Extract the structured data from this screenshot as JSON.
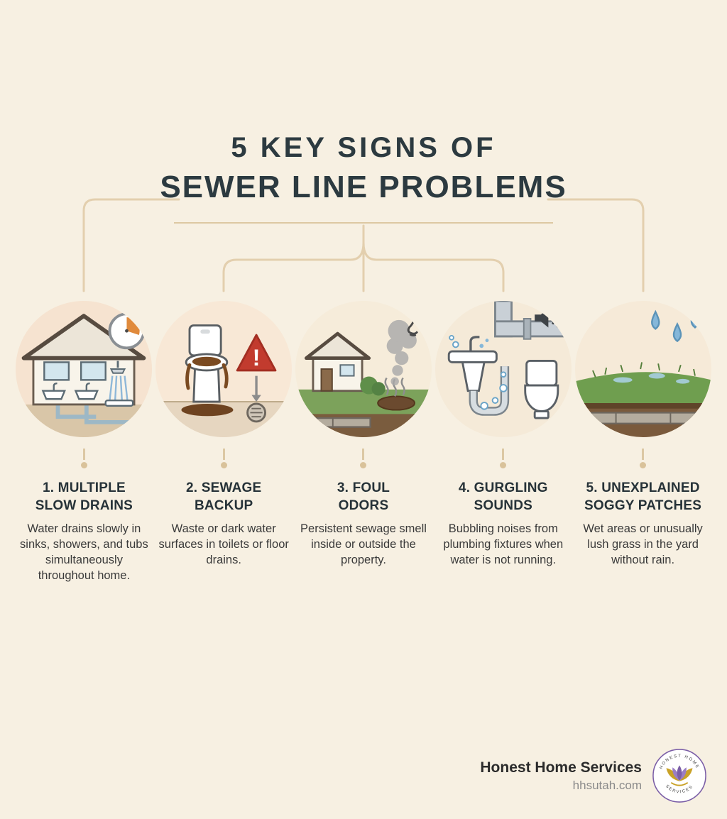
{
  "title": {
    "line1": "5 KEY SIGNS OF",
    "line2": "SEWER LINE PROBLEMS"
  },
  "signs": [
    {
      "heading_line1": "1. MULTIPLE",
      "heading_line2": "SLOW DRAINS",
      "description": "Water drains slowly in sinks, showers, and tubs simultaneously throughout home.",
      "icon": "house-multiple-drains-icon"
    },
    {
      "heading_line1": "2. SEWAGE",
      "heading_line2": "BACKUP",
      "description": "Waste or dark water surfaces in toilets or floor drains.",
      "icon": "overflowing-toilet-warning-icon"
    },
    {
      "heading_line1": "3. FOUL",
      "heading_line2": "ODORS",
      "description": "Persistent sewage smell inside or outside the property.",
      "icon": "house-odor-smoke-nose-icon"
    },
    {
      "heading_line1": "4. GURGLING",
      "heading_line2": "SOUNDS",
      "description": "Bubbling noises from plumbing fixtures when water is not running.",
      "icon": "sink-pipes-speaker-icon"
    },
    {
      "heading_line1": "5. UNEXPLAINED",
      "heading_line2": "SOGGY PATCHES",
      "description": "Wet areas or unusually lush grass in the yard without rain.",
      "icon": "wet-grass-droplets-icon"
    }
  ],
  "icon_labels": {
    "warning_mark": "!"
  },
  "footer": {
    "company": "Honest Home Services",
    "website": "hhsutah.com",
    "logo_ring_top": "HONEST HOME",
    "logo_ring_bottom": "SERVICES"
  },
  "colors": {
    "background": "#f7f0e2",
    "title": "#2c3a40",
    "connector": "#e3cfae",
    "heading": "#263238",
    "body_text": "#3a3a3a",
    "warning_red": "#c23b2e",
    "logo_purple": "#7b5ea7",
    "logo_gold": "#c9a227"
  }
}
